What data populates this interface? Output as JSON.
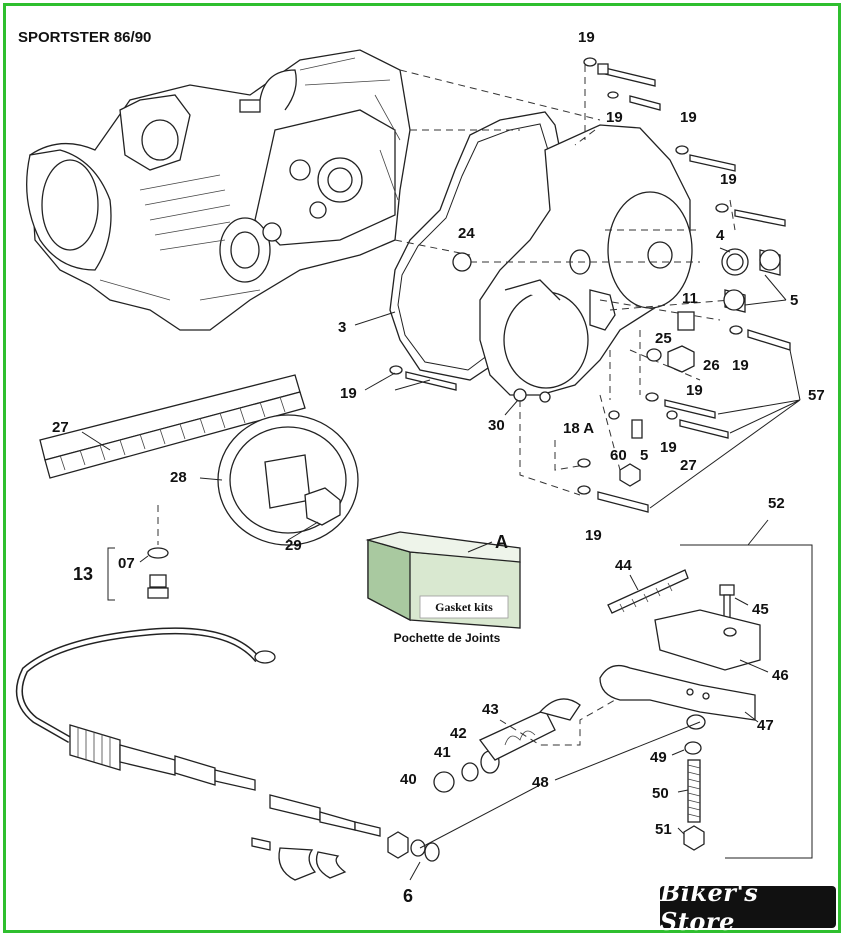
{
  "title": "SPORTSTER 86/90",
  "labels": {
    "l19a": "19",
    "l19b": "19",
    "l19c": "19",
    "l19d": "19",
    "l19e": "19",
    "l19f": "19",
    "l19g": "19",
    "l19h": "19",
    "l19i": "19",
    "l24": "24",
    "l4": "4",
    "l5a": "5",
    "l5b": "5",
    "l3": "3",
    "l11": "11",
    "l25": "25",
    "l26": "26",
    "l57": "57",
    "l27a": "27",
    "l27b": "27",
    "l30": "30",
    "l18a": "18 A",
    "l60": "60",
    "l28": "28",
    "l29": "29",
    "l07": "07",
    "l13": "13",
    "lA": "A",
    "l52": "52",
    "l44": "44",
    "l45": "45",
    "l46": "46",
    "l47": "47",
    "l43": "43",
    "l42": "42",
    "l41": "41",
    "l40": "40",
    "l48": "48",
    "l49": "49",
    "l50": "50",
    "l51": "51",
    "l6": "6"
  },
  "gasket_box": {
    "label": "Gasket kits",
    "caption": "Pochette de Joints"
  },
  "brand": {
    "store": "Biker's Store",
    "frame_color": "#2fbf2f"
  }
}
